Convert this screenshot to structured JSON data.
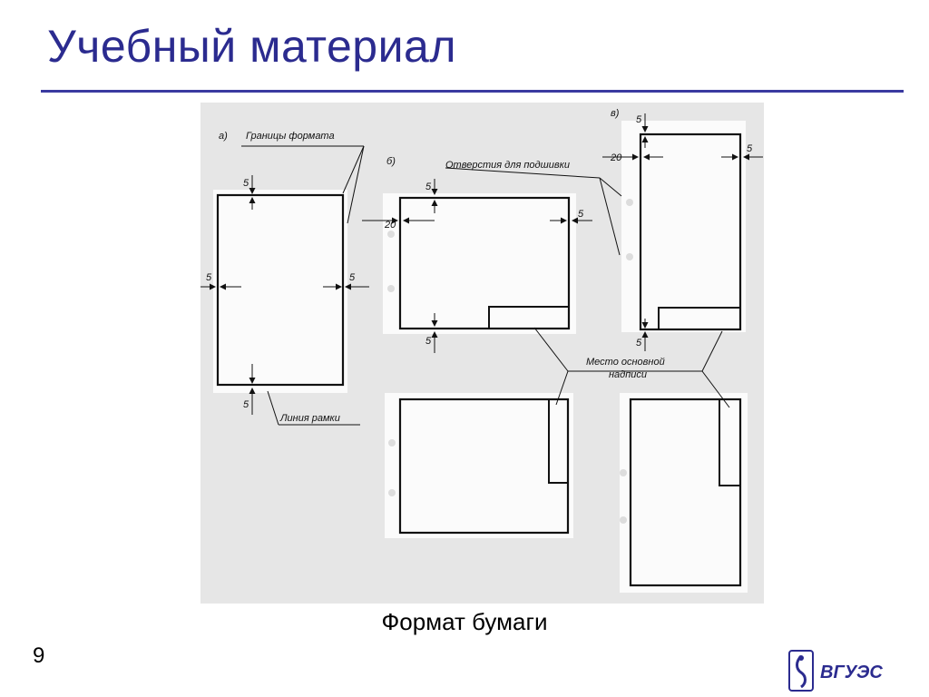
{
  "slide": {
    "title": "Учебный материал",
    "caption": "Формат бумаги",
    "page_number": "9"
  },
  "diagram": {
    "labels": {
      "a": "а)",
      "b": "б)",
      "v": "в)",
      "format_bounds": "Границы формата",
      "binding_holes": "Отверстия для подшивки",
      "frame_line": "Линия рамки",
      "title_block_line1": "Место основной",
      "title_block_line2": "надписи",
      "dim_5": "5",
      "dim_20": "20"
    }
  },
  "logo": {
    "text": "ВГУЭС"
  },
  "colors": {
    "title": "#2b2b8f",
    "rule": "#3a3aa0",
    "figure_bg": "#e6e6e6"
  }
}
